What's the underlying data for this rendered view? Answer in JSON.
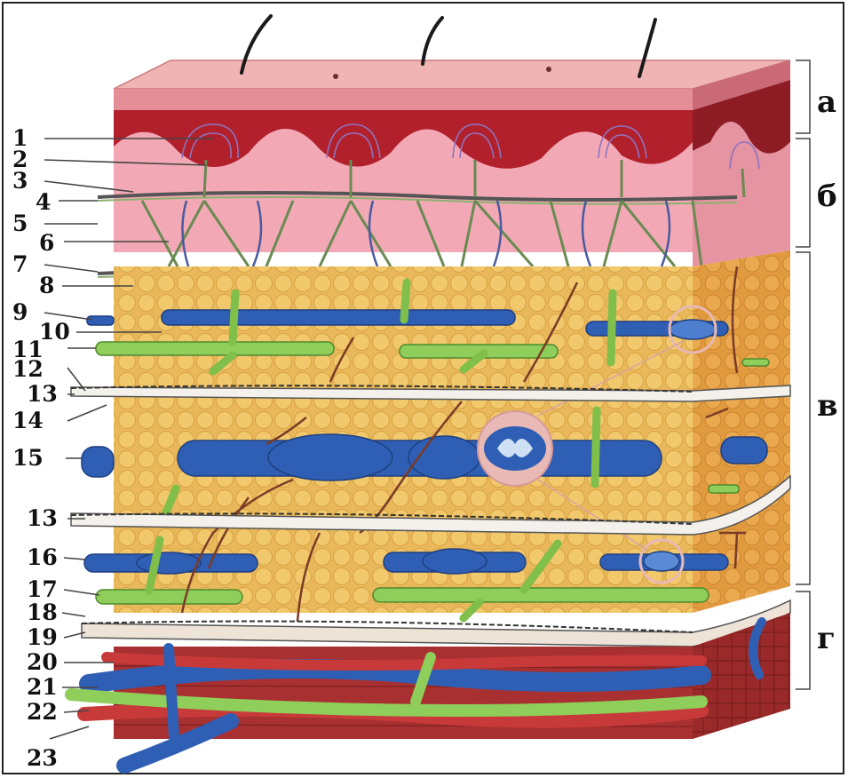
{
  "colors": {
    "epidermis": "#e9a2a6",
    "dermis_top": "#b2202c",
    "dermis": "#f2a9b5",
    "subcutis": "#e8b85a",
    "muscle": "#a83030",
    "vein": "#2f5fb4",
    "lymph": "#8fce5a",
    "nerve": "#7a3b26"
  },
  "labels": [
    {
      "number": "1"
    },
    {
      "number": "2"
    },
    {
      "number": "3"
    },
    {
      "number": "4"
    },
    {
      "number": "5"
    },
    {
      "number": "6"
    },
    {
      "number": "7"
    },
    {
      "number": "8"
    },
    {
      "number": "9"
    },
    {
      "number": "10"
    },
    {
      "number": "11"
    },
    {
      "number": "12"
    },
    {
      "number": "13"
    },
    {
      "number": "14"
    },
    {
      "number": "15"
    },
    {
      "number": "13"
    },
    {
      "number": "16"
    },
    {
      "number": "17"
    },
    {
      "number": "18"
    },
    {
      "number": "19"
    },
    {
      "number": "20"
    },
    {
      "number": "21"
    },
    {
      "number": "22"
    },
    {
      "number": "23"
    }
  ],
  "zones": [
    {
      "letter": "а"
    },
    {
      "letter": "б"
    },
    {
      "letter": "в"
    },
    {
      "letter": "г"
    }
  ]
}
